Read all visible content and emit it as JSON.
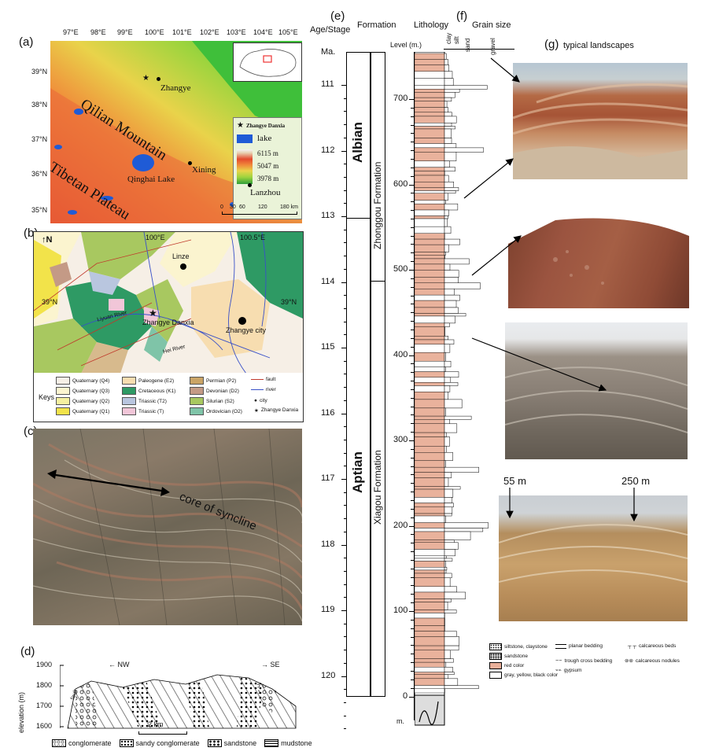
{
  "panel_labels": {
    "a": "(a)",
    "b": "(b)",
    "c": "(c)",
    "d": "(d)",
    "e": "(e)",
    "f": "(f)",
    "g": "(g)"
  },
  "map_a": {
    "lon_ticks": [
      "97°E",
      "98°E",
      "99°E",
      "100°E",
      "101°E",
      "102°E",
      "103°E",
      "104°E",
      "105°E"
    ],
    "lat_ticks": [
      "39°N",
      "38°N",
      "37°N",
      "36°N",
      "35°N"
    ],
    "region_labels": {
      "qilian": "Qilian Mountain",
      "tibetan": "Tibetan Plateau"
    },
    "places": {
      "zhangye": "Zhangye",
      "xining": "Xining",
      "lanzhou": "Lanzhou",
      "qinghai_lake": "Qinghai Lake"
    },
    "legend": {
      "danxia": "Zhangye Danxia",
      "lake": "lake",
      "elev_high": "6115 m",
      "elev_mid": "5047 m",
      "elev_low": "3978 m"
    },
    "scale": {
      "ticks": [
        "0",
        "30",
        "60",
        "120",
        "180 km"
      ]
    },
    "colors": {
      "lake": "#1f5bd6"
    }
  },
  "map_b": {
    "north": "N",
    "lon_ticks": [
      "100°E",
      "100.5°E"
    ],
    "lat_ticks": [
      "39°N",
      "39°N"
    ],
    "labels": {
      "linze": "Linze",
      "danxia": "Zhangye Danxia",
      "city": "Zhangye city",
      "liyuan": "Liyuan River",
      "hei": "Hei River"
    },
    "keys_title": "Keys",
    "keys": [
      {
        "label": "Quaternary (Q4)",
        "color": "#f6efe6"
      },
      {
        "label": "Quaternary (Q3)",
        "color": "#fbf4cf"
      },
      {
        "label": "Quaternary (Q2)",
        "color": "#f5f0a0"
      },
      {
        "label": "Quaternary (Q1)",
        "color": "#f2e34a"
      },
      {
        "label": "Paleogene (E2)",
        "color": "#f7ddb0"
      },
      {
        "label": "Cretaceous (K1)",
        "color": "#2e9a64"
      },
      {
        "label": "Triassic (T2)",
        "color": "#b9c6df"
      },
      {
        "label": "Triassic (T)",
        "color": "#f1c6d8"
      },
      {
        "label": "Permian (P2)",
        "color": "#caa466"
      },
      {
        "label": "Devonian (D2)",
        "color": "#c49a86"
      },
      {
        "label": "Silurian (S2)",
        "color": "#a8c860"
      },
      {
        "label": "Ordovician (O2)",
        "color": "#7fc4a8"
      }
    ],
    "line_keys": [
      {
        "label": "fault",
        "color": "#c0392b"
      },
      {
        "label": "river",
        "color": "#3850c8"
      }
    ],
    "point_keys": [
      {
        "label": "city"
      },
      {
        "label": "Zhangye Danxia"
      }
    ]
  },
  "photo_c": {
    "annotation": "core of syncline"
  },
  "section_d": {
    "ylabel": "elevation (m)",
    "yticks": [
      "1900",
      "1800",
      "1700",
      "1600"
    ],
    "nw": "NW",
    "se": "SE",
    "fault": "fault",
    "scale": "2 km",
    "legend": [
      "conglomerate",
      "sandy conglomerate",
      "sandstone",
      "mudstone"
    ]
  },
  "column_e": {
    "headers": {
      "age": "Age/Stage",
      "ma": "Ma.",
      "formation": "Formation",
      "lithology": "Lithology",
      "level": "Level (m.)",
      "grain": "Grain size"
    },
    "grain_sizes": [
      "clay",
      "silt",
      "sand",
      "gravel"
    ],
    "age_ticks": [
      "111",
      "112",
      "113",
      "114",
      "115",
      "116",
      "117",
      "118",
      "119",
      "120"
    ],
    "level_ticks": [
      "700",
      "600",
      "500",
      "400",
      "300",
      "200",
      "100",
      "0"
    ],
    "level_bottom": "m.",
    "stages": {
      "albian": "Albian",
      "aptian": "Aptian"
    },
    "formations": {
      "zhonggou": "Zhonggou Formation",
      "xiagou": "Xiagou Formation"
    },
    "legend": [
      "siltstone, claystone",
      "sandstone",
      "red color",
      "gray, yellow, black color",
      "planar bedding",
      "trough cross bedding",
      "gypsum",
      "calcareous beds",
      "calcareous nodules"
    ]
  },
  "landscapes_g": {
    "title": "typical landscapes",
    "markers": [
      "55 m",
      "250 m"
    ]
  }
}
